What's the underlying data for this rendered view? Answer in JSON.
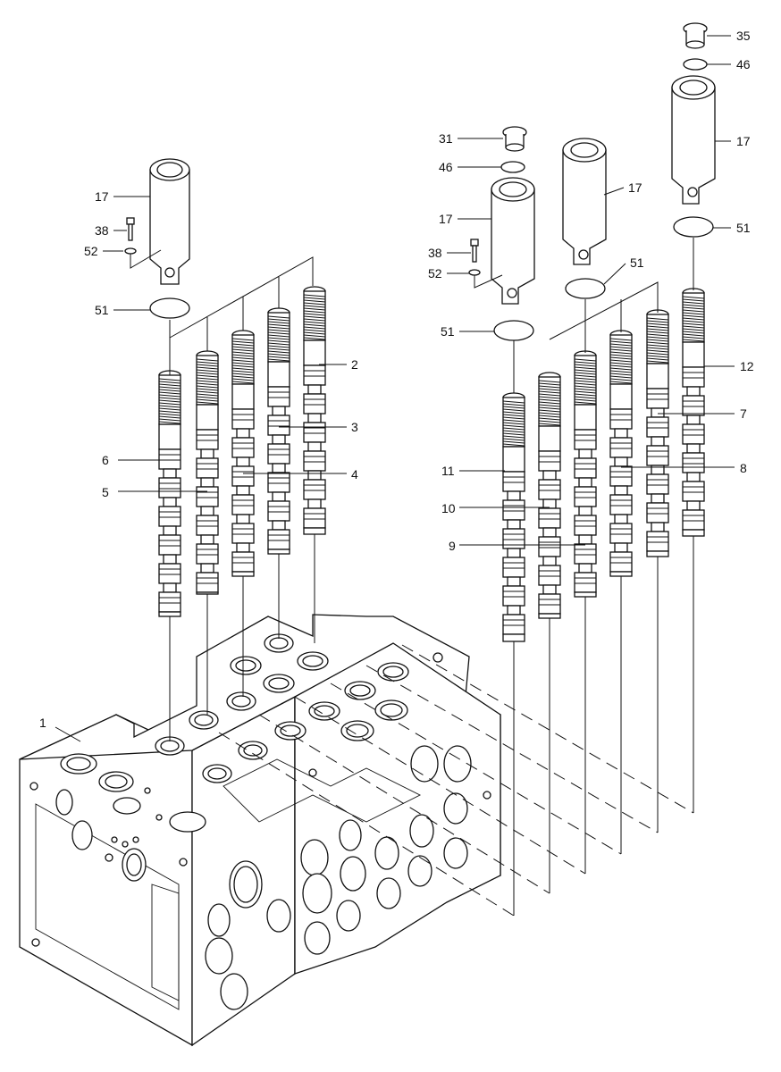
{
  "labels": {
    "l1": "1",
    "l2": "2",
    "l3": "3",
    "l4": "4",
    "l5": "5",
    "l6": "6",
    "l7": "7",
    "l8": "8",
    "l9": "9",
    "l10": "10",
    "l11": "11",
    "l12": "12",
    "l17a": "17",
    "l17b": "17",
    "l17c": "17",
    "l17d": "17",
    "l31": "31",
    "l35": "35",
    "l38a": "38",
    "l38b": "38",
    "l46a": "46",
    "l46b": "46",
    "l51a": "51",
    "l51b": "51",
    "l51c": "51",
    "l51d": "51",
    "l52a": "52",
    "l52b": "52"
  }
}
